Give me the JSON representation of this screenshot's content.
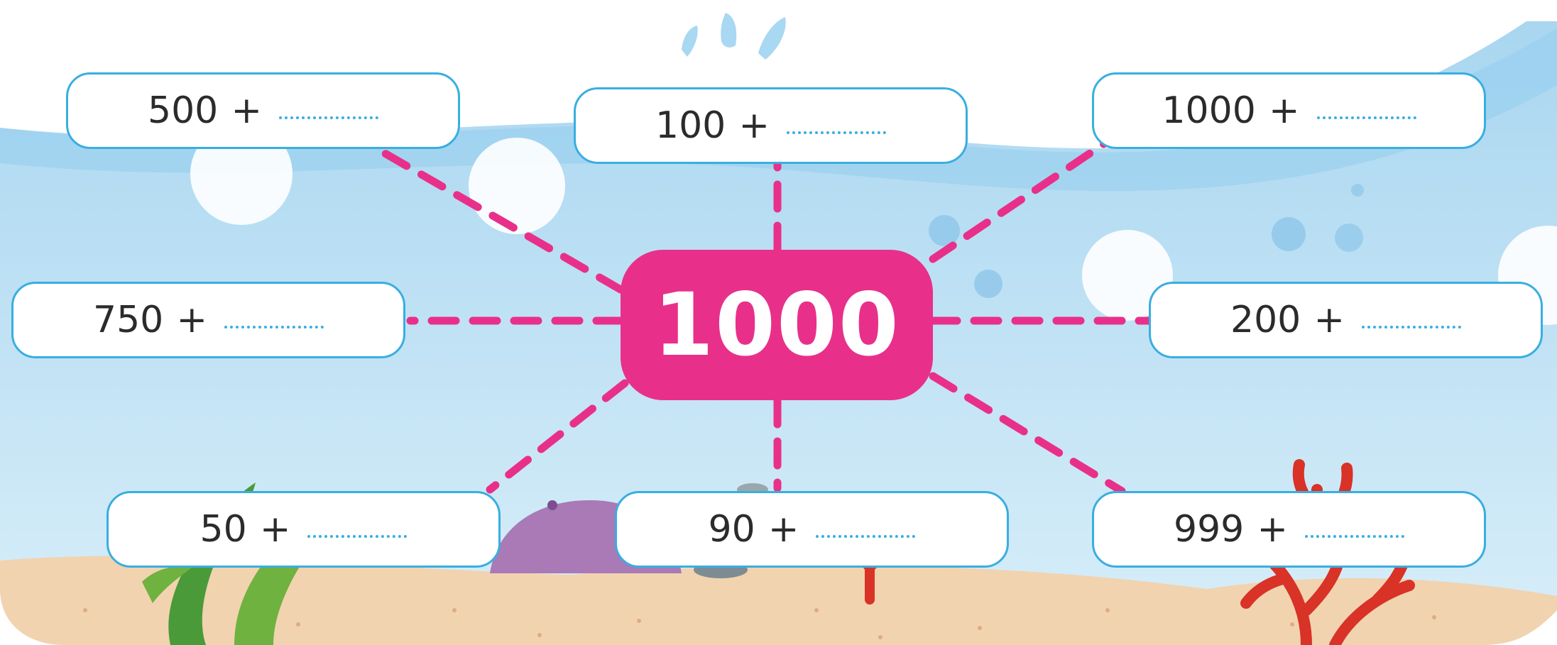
{
  "target": {
    "value": "1000",
    "color": "#e8308a"
  },
  "plus_sign": "+",
  "boxes": [
    {
      "number": "500"
    },
    {
      "number": "100"
    },
    {
      "number": "1000"
    },
    {
      "number": "750"
    },
    {
      "number": "200"
    },
    {
      "number": "50"
    },
    {
      "number": "90"
    },
    {
      "number": "999"
    }
  ],
  "colors": {
    "box_border": "#39aee0",
    "connector": "#e8308a",
    "water": "#bfe2f5",
    "sand": "#f1d3b0"
  }
}
